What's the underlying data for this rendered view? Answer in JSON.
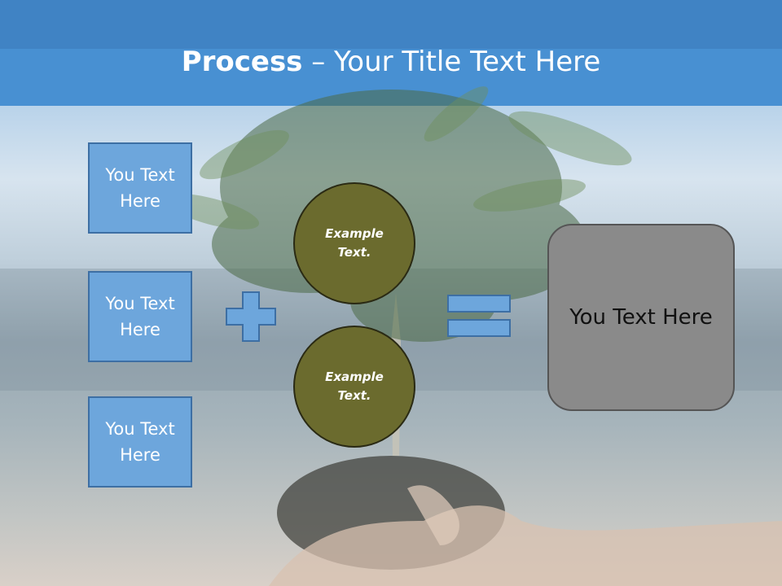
{
  "slide": {
    "title_bold": "Process",
    "title_rest": " – Your Title Text Here",
    "boxes": [
      "You Text Here",
      "You Text Here",
      "You Text Here"
    ],
    "circles": [
      "Example Text.",
      "Example Text."
    ],
    "result": "You Text Here"
  },
  "colors": {
    "title_band": "#3a7ab8",
    "box_fill": "#6da6dc",
    "box_border": "#3d6fa4",
    "circle_fill": "#6b6b2e",
    "result_fill": "#8a8a8a"
  },
  "icons": [
    "plus-icon",
    "equals-icon"
  ]
}
